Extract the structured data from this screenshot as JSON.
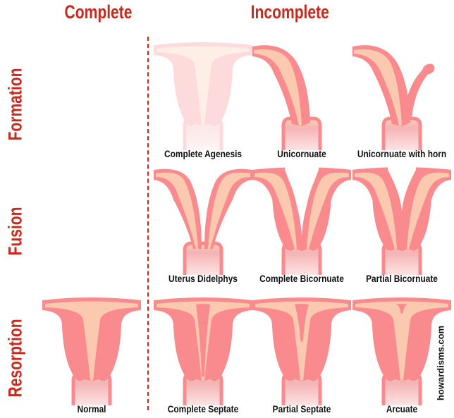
{
  "columns": {
    "complete": "Complete",
    "incomplete": "Incomplete"
  },
  "rows": {
    "formation": "Formation",
    "fusion": "Fusion",
    "resorption": "Resorption"
  },
  "colors": {
    "title": "#c8291c",
    "wall": "#f98b8e",
    "cavity": "#fbc9b0",
    "cervix_light": "#fde3e4"
  },
  "figures": [
    {
      "label": "Complete Agenesis",
      "variant": "agenesis"
    },
    {
      "label": "Unicornuate",
      "variant": "unicornuate"
    },
    {
      "label": "Unicornuate with horn",
      "variant": "unicornuate-horn"
    },
    {
      "label": "Uterus Didelphys",
      "variant": "didelphys"
    },
    {
      "label": "Complete Bicornuate",
      "variant": "bicornuate-complete"
    },
    {
      "label": "Partial Bicornuate",
      "variant": "bicornuate-partial"
    },
    {
      "label": "Normal",
      "variant": "normal"
    },
    {
      "label": "Complete Septate",
      "variant": "septate-complete"
    },
    {
      "label": "Partial Septate",
      "variant": "septate-partial"
    },
    {
      "label": "Arcuate",
      "variant": "arcuate"
    }
  ],
  "watermark": "howardisms.com"
}
